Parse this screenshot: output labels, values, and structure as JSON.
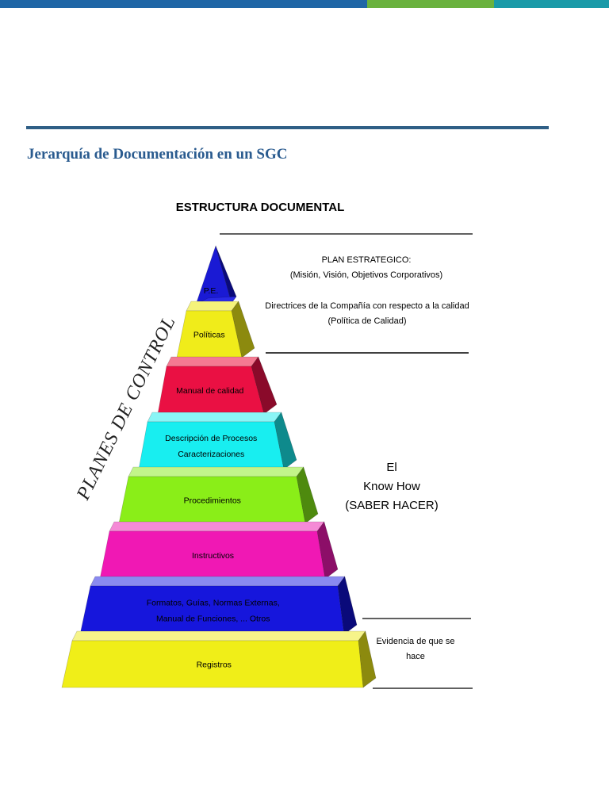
{
  "colors": {
    "bar_blue": "#1f66a6",
    "bar_green": "#6ab23e",
    "bar_teal": "#1a9aa8",
    "rule": "#2f5f86",
    "heading": "#2a5b8f"
  },
  "heading": "Jerarquía de Documentación en un SGC",
  "diagram": {
    "title": "ESTRUCTURA DOCUMENTAL",
    "side_label": "PLANES DE CONTROL",
    "levels": [
      {
        "id": "pe",
        "lines": [
          "P.E."
        ],
        "face": "#1a1ad4",
        "top": "#2a2ae6",
        "side": "#0a0a7a",
        "text": "#ffffff"
      },
      {
        "id": "politicas",
        "lines": [
          "Políticas"
        ],
        "face": "#f0ec1a",
        "top": "#f5f37a",
        "side": "#8c8a0e",
        "text": "#000000"
      },
      {
        "id": "manual",
        "lines": [
          "Manual de calidad"
        ],
        "face": "#ea1043",
        "top": "#f47a92",
        "side": "#8a0a2a",
        "text": "#ffffff"
      },
      {
        "id": "descripcion",
        "lines": [
          "Descripción de Procesos",
          "Caracterizaciones"
        ],
        "face": "#18eef0",
        "top": "#8af5f6",
        "side": "#0e8a8c",
        "text": "#000000"
      },
      {
        "id": "procedimientos",
        "lines": [
          "Procedimientos"
        ],
        "face": "#8aee18",
        "top": "#c2f58a",
        "side": "#4e8a0e",
        "text": "#000000"
      },
      {
        "id": "instructivos",
        "lines": [
          "Instructivos"
        ],
        "face": "#f018b4",
        "top": "#f58ad6",
        "side": "#8c0e68",
        "text": "#ffffff"
      },
      {
        "id": "formatos",
        "lines": [
          "Formatos, Guías, Normas Externas,",
          "Manual de Funciones, ... Otros"
        ],
        "face": "#1616dc",
        "top": "#8a8af0",
        "side": "#0a0a7a",
        "text": "#ffffff"
      },
      {
        "id": "registros",
        "lines": [
          "Registros"
        ],
        "face": "#f0ee18",
        "top": "#f6f48a",
        "side": "#8c8a0e",
        "text": "#000000"
      }
    ],
    "annotations": {
      "plan_estrategico": [
        "PLAN ESTRATEGICO:",
        "(Misión, Visión, Objetivos Corporativos)"
      ],
      "directrices": [
        "Directrices de la Compañía con respecto a la calidad",
        "(Política de Calidad)"
      ],
      "know_how": [
        "El",
        "Know How",
        "(SABER HACER)"
      ],
      "evidencia": [
        "Evidencia de que se",
        "hace"
      ]
    }
  }
}
